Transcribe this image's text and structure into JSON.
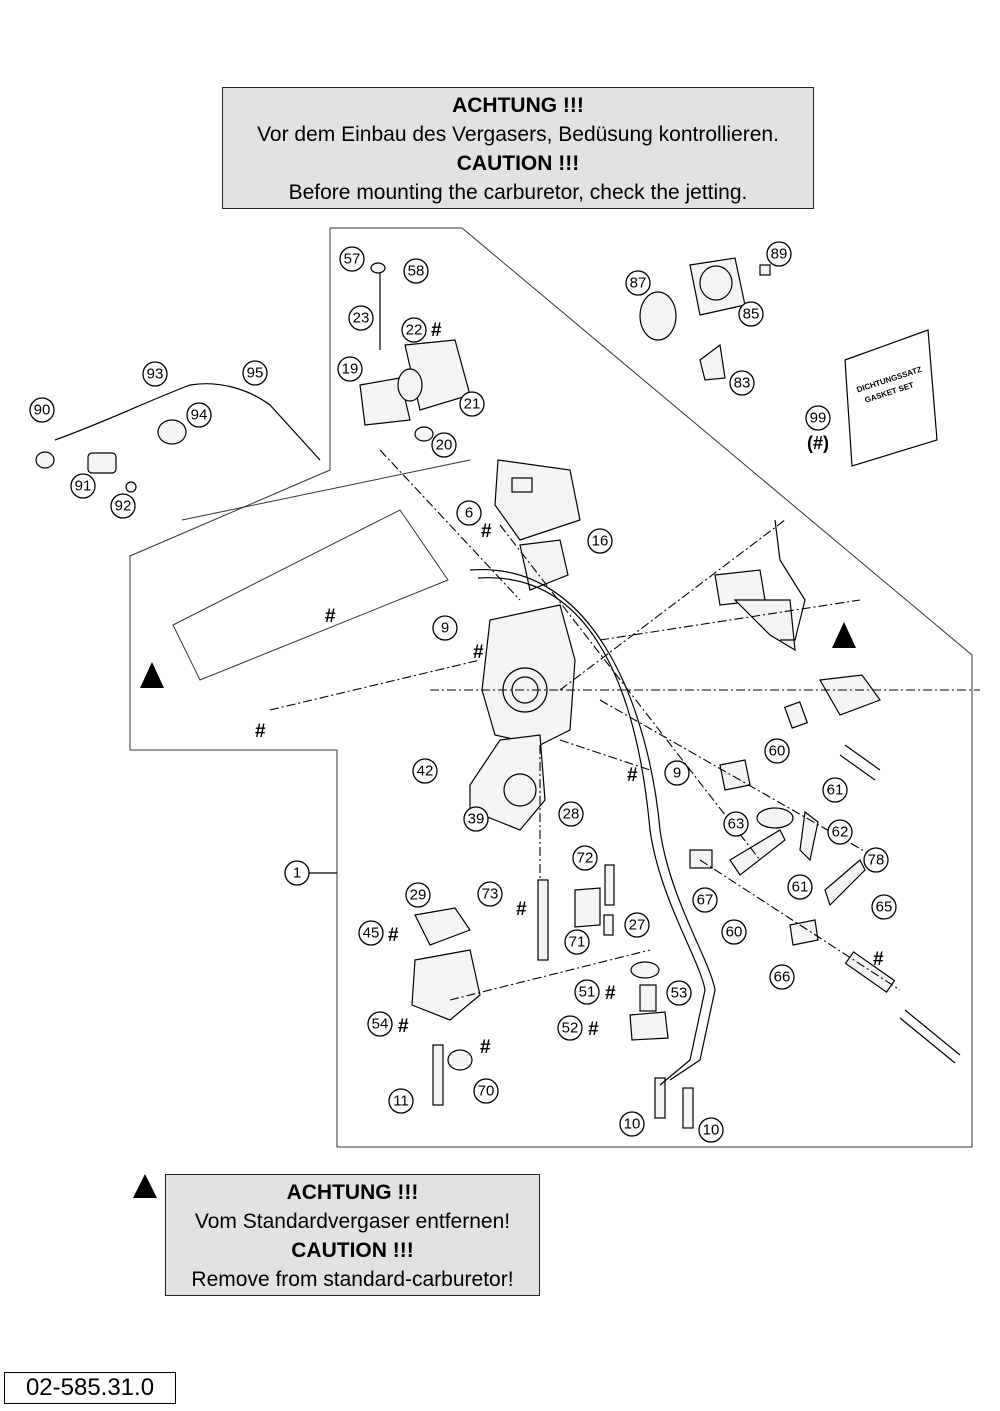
{
  "notice_top": {
    "line1": "ACHTUNG !!!",
    "line2": "Vor dem Einbau des Vergasers, Bedüsung kontrollieren.",
    "line3": "CAUTION !!!",
    "line4": "Before mounting the carburetor, check the jetting."
  },
  "notice_bottom": {
    "line1": "ACHTUNG !!!",
    "line2": "Vom Standardvergaser entfernen!",
    "line3": "CAUTION !!!",
    "line4": "Remove from standard-carburetor!"
  },
  "document_number": "02-585.31.0",
  "gasket_set": {
    "label_de": "DICHTUNGSSATZ",
    "label_en": "GASKET SET",
    "note": "(#)"
  },
  "hash_mark": "#",
  "callouts": [
    "57",
    "58",
    "23",
    "22",
    "19",
    "21",
    "20",
    "87",
    "89",
    "85",
    "83",
    "99",
    "93",
    "95",
    "90",
    "94",
    "91",
    "92",
    "6",
    "16",
    "9",
    "9",
    "60",
    "61",
    "63",
    "62",
    "42",
    "39",
    "28",
    "72",
    "73",
    "27",
    "71",
    "67",
    "61",
    "60",
    "78",
    "65",
    "66",
    "29",
    "45",
    "51",
    "53",
    "52",
    "54",
    "11",
    "70",
    "10",
    "10",
    "1"
  ]
}
